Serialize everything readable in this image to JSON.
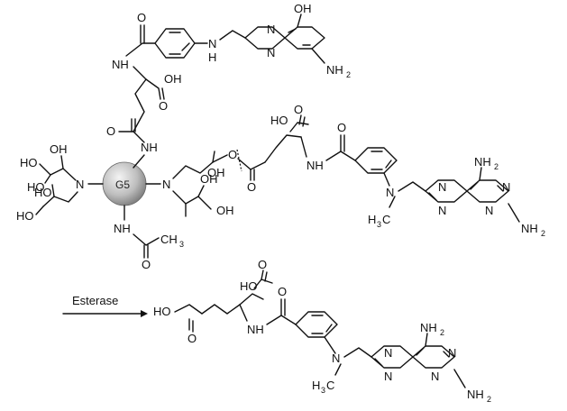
{
  "core": {
    "label": "G5"
  },
  "arrow": {
    "label": "Esterase"
  },
  "atoms": {
    "OH": "OH",
    "O": "O",
    "N": "N",
    "NH": "NH",
    "HO": "HO",
    "H": "H",
    "NH2": "NH",
    "two": "2",
    "three": "3",
    "CH3": "CH",
    "H3C": "H",
    "C": "C"
  },
  "colors": {
    "ink": "#111111",
    "core_light": "#f2f2f2",
    "core_dark": "#8c8c8c"
  }
}
